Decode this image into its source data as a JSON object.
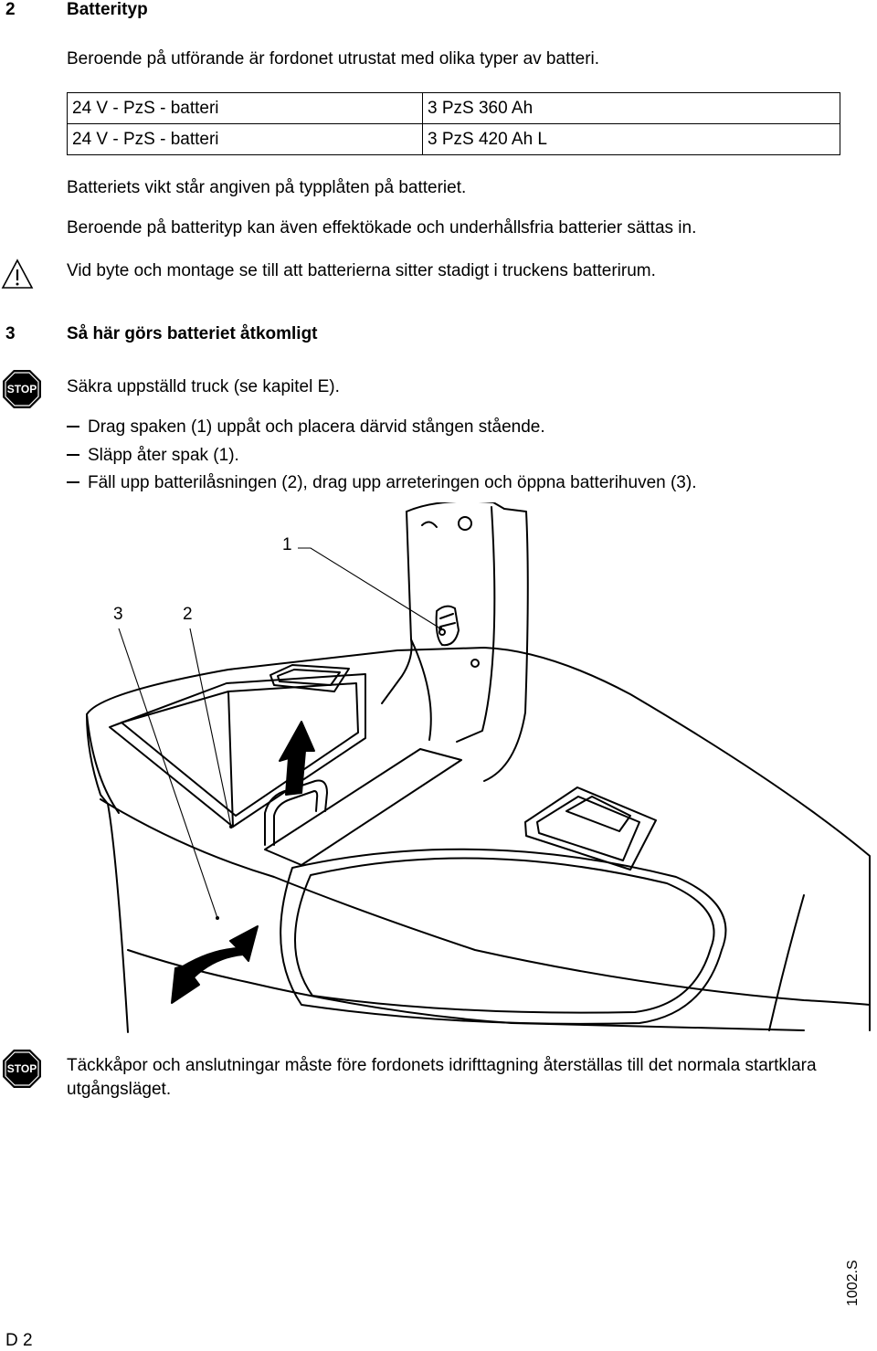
{
  "section2": {
    "number": "2",
    "title": "Batterityp",
    "intro": "Beroende på utförande är fordonet utrustat med olika typer av batteri.",
    "table": [
      [
        "24 V - PzS - batteri",
        "3 PzS 360 Ah"
      ],
      [
        "24 V - PzS - batteri",
        "3 PzS 420 Ah L"
      ]
    ],
    "weight_note": "Batteriets vikt står angiven på typplåten på batteriet.",
    "types_note": "Beroende på batterityp kan även effektökade och underhållsfria batterier sättas in.",
    "warning": "Vid byte och montage se till att batterierna sitter stadigt i truckens batterirum."
  },
  "section3": {
    "number": "3",
    "title": "Så här görs batteriet åtkomligt",
    "stop_note": "Säkra uppställd truck (se kapitel E).",
    "steps": [
      "Drag spaken (1) uppåt och placera därvid stången stående.",
      "Släpp åter spak (1).",
      "Fäll upp batterilåsningen (2), drag upp arreteringen och öppna batterihuven (3)."
    ]
  },
  "figure": {
    "callouts": [
      "1",
      "3",
      "2"
    ]
  },
  "final_note": "Täckkåpor och anslutningar måste före fordonets idrifttagning återställas till det normala startklara utgångsläget.",
  "stop_label": "STOP",
  "footer": {
    "page": "D 2",
    "code": "1002.S"
  }
}
